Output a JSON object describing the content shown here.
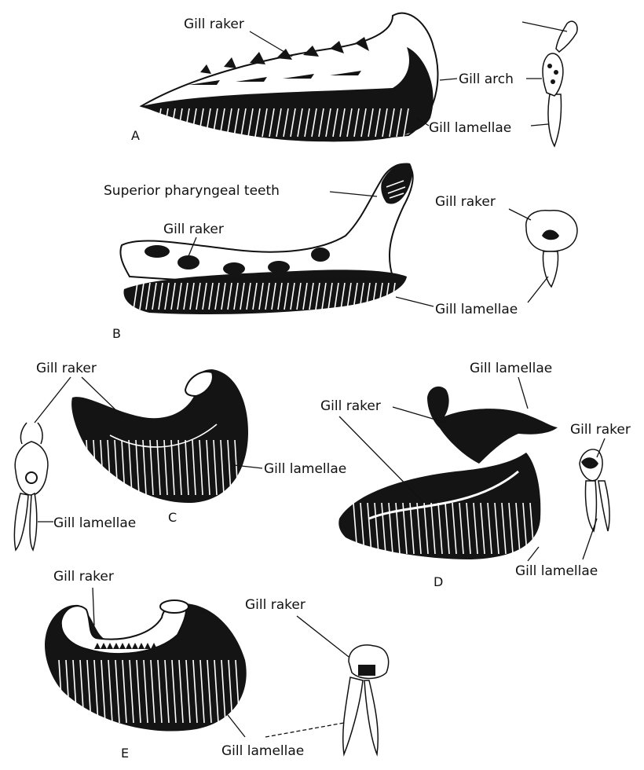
{
  "figure": {
    "panels": [
      {
        "id": "A",
        "letter": "A",
        "labels": {
          "raker": "Gill raker",
          "arch": "Gill arch",
          "lamellae": "Gill lamellae"
        }
      },
      {
        "id": "B",
        "letter": "B",
        "labels": {
          "teeth": "Superior pharyngeal teeth",
          "raker": "Gill raker",
          "raker_detail": "Gill raker",
          "lamellae": "Gill lamellae"
        }
      },
      {
        "id": "C",
        "letter": "C",
        "labels": {
          "raker": "Gill raker",
          "lamellae": "Gill lamellae",
          "lamellae_detail": "Gill lamellae"
        }
      },
      {
        "id": "D",
        "letter": "D",
        "labels": {
          "lamellae_top": "Gill lamellae",
          "raker": "Gill raker",
          "raker_detail": "Gill raker",
          "lamellae": "Gill lamellae"
        }
      },
      {
        "id": "E",
        "letter": "E",
        "labels": {
          "raker": "Gill raker",
          "raker_detail": "Gill raker",
          "lamellae": "Gill lamellae"
        }
      }
    ]
  }
}
